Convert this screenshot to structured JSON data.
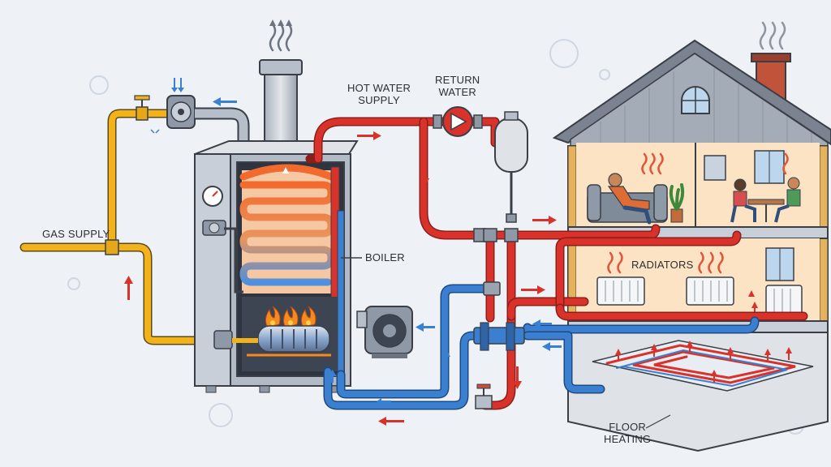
{
  "labels": {
    "gas_supply": "GAS SUPPLY",
    "hot_water_line1": "HOT WATER",
    "hot_water_line2": "SUPPLY",
    "return_line1": "RETURN",
    "return_line2": "WATER",
    "boiler": "BOILER",
    "radiators": "RADIATORS",
    "floor_line1": "FLOOR",
    "floor_line2": "HEATING"
  },
  "colors": {
    "hot": "#d8322b",
    "cold": "#3b7fd0",
    "gas": "#f2b21c",
    "boiler_body": "#c9cfd8",
    "house_roof": "#7b8390",
    "room_warm": "#fbe3c4",
    "chimney": "#c0533a",
    "background": "#eef1f5"
  },
  "icons": [
    "flame-icon",
    "steam-icon",
    "pressure-gauge-icon",
    "pump-icon",
    "valve-icon",
    "heat-wave-icon",
    "flow-arrow-icon"
  ]
}
